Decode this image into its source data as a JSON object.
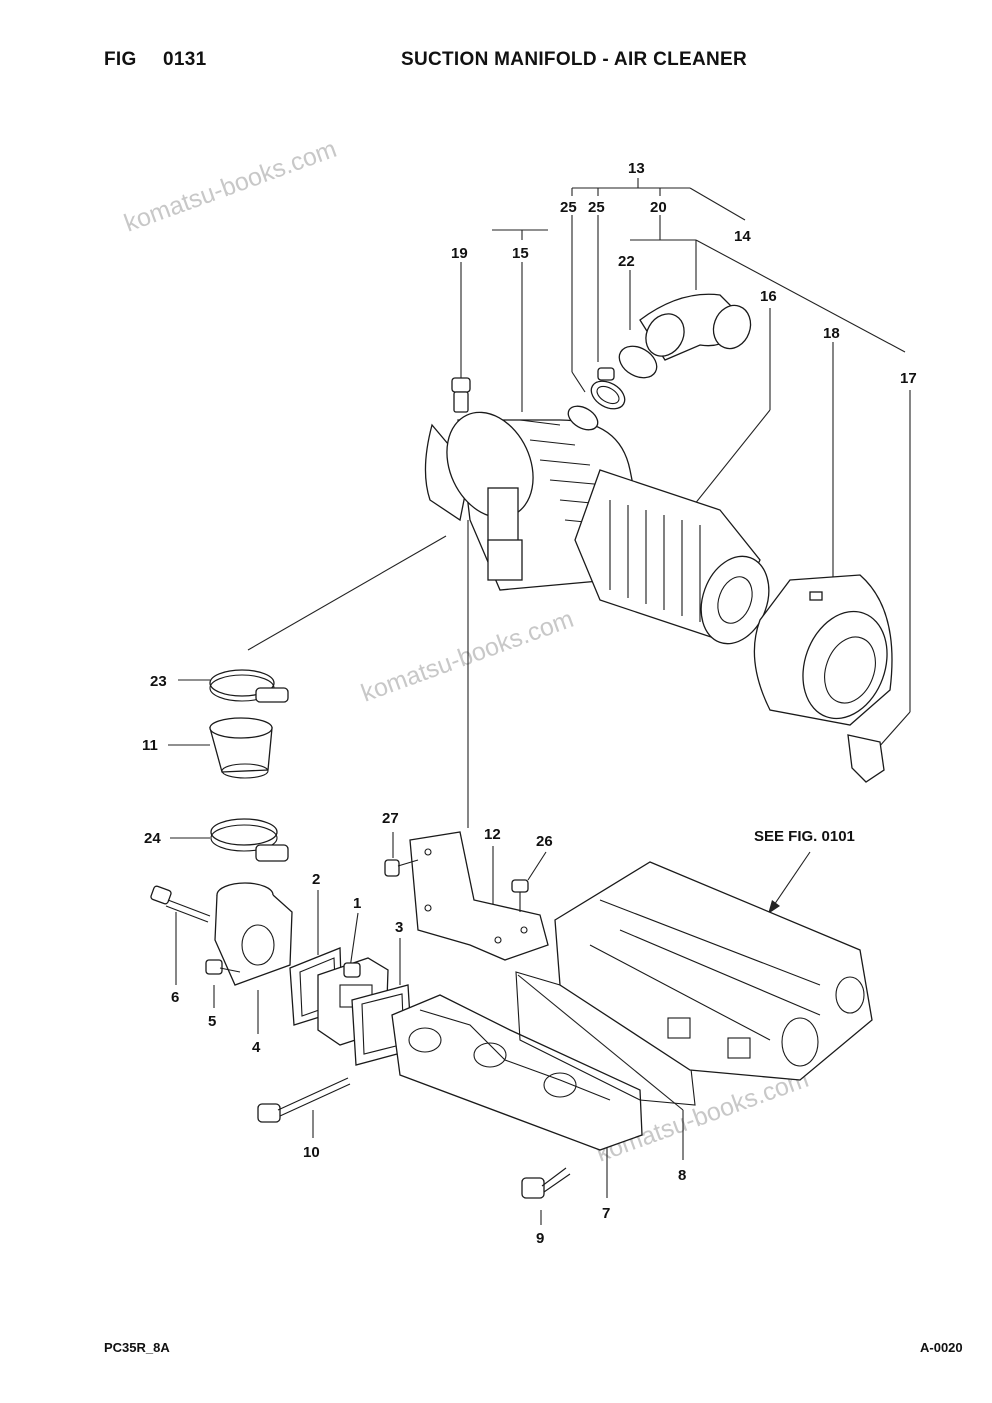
{
  "header": {
    "fig_label": "FIG",
    "fig_number": "0131",
    "title": "SUCTION MANIFOLD - AIR CLEANER"
  },
  "footer": {
    "model": "PC35R_8A",
    "page_code": "A-0020"
  },
  "diagram": {
    "reference_label": "SEE FIG. 0101",
    "watermark": "komatsu-books.com",
    "part_numbers": [
      "1",
      "2",
      "3",
      "4",
      "5",
      "6",
      "7",
      "8",
      "9",
      "10",
      "11",
      "12",
      "13",
      "14",
      "15",
      "16",
      "17",
      "18",
      "19",
      "20",
      "22",
      "23",
      "24",
      "25",
      "25",
      "26",
      "27"
    ]
  }
}
